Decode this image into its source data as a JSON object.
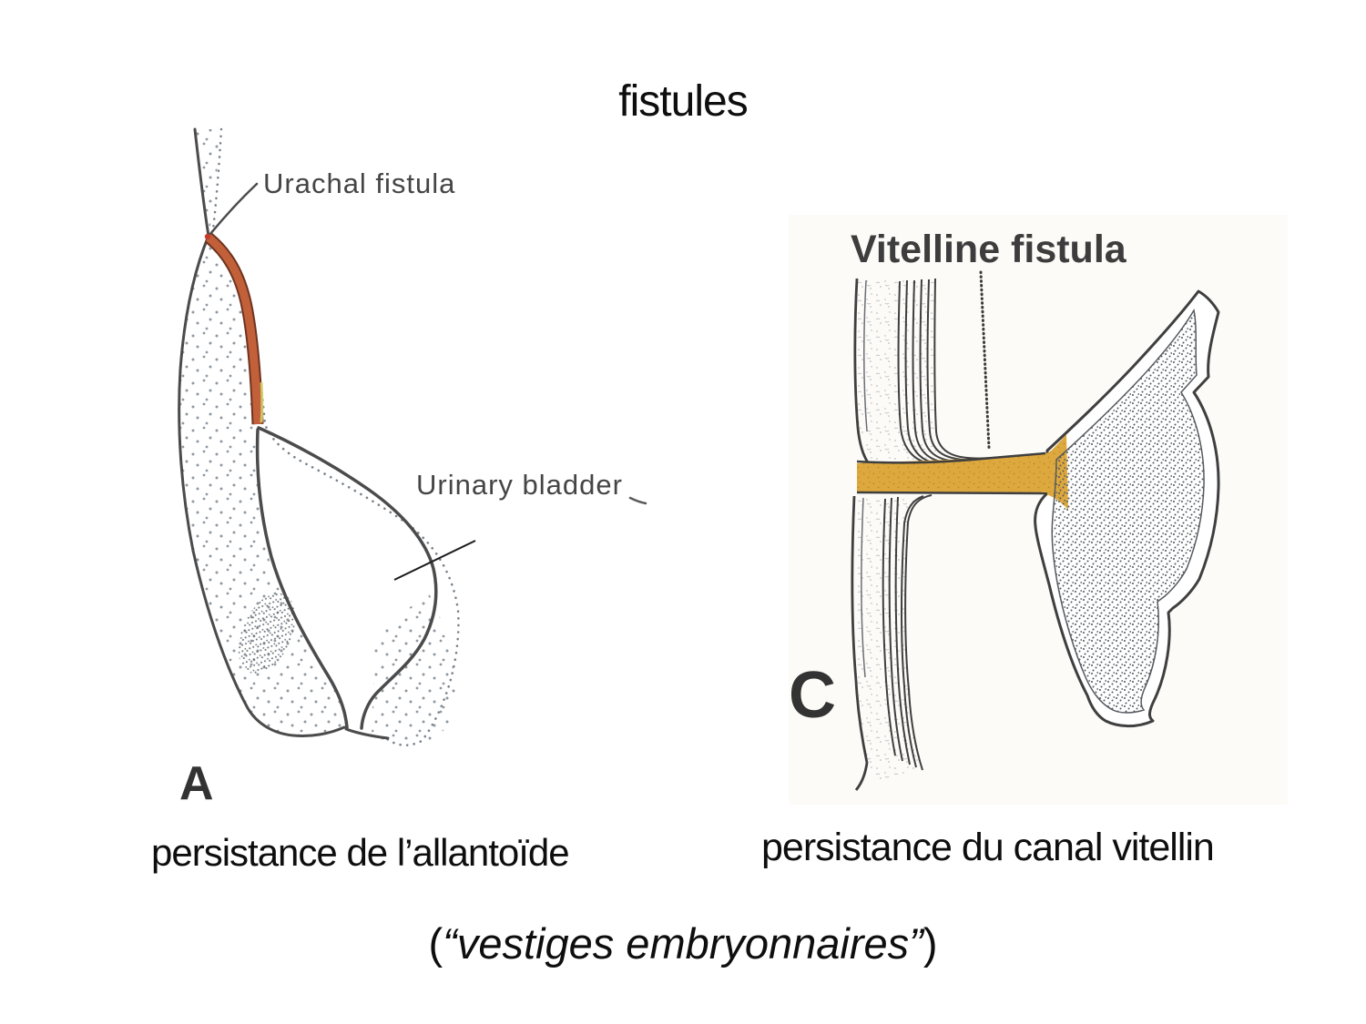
{
  "slide": {
    "title": "fistules",
    "caption_left": "persistance de l’allantoïde",
    "caption_right": "persistance du canal vitellin",
    "footnote_open": "(",
    "footnote_italic": "“vestiges embryonnaires”",
    "footnote_close": ")"
  },
  "figure_a": {
    "panel_letter": "A",
    "label_fistula": "Urachal fistula",
    "label_bladder": "Urinary bladder",
    "fistula_color": "#c2603a"
  },
  "figure_c": {
    "panel_letter": "C",
    "label_fistula": "Vitelline fistula",
    "fistula_color": "#dda83e"
  }
}
